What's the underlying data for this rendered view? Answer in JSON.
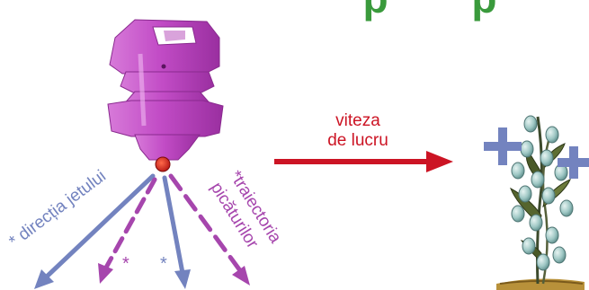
{
  "title_fragment": "p p",
  "speed": {
    "line1": "viteza",
    "line2": "de lucru"
  },
  "jet_direction_label": "* direcția jetului",
  "droplet_trajectory": {
    "line1": "*traiectoria",
    "line2": "picăturilor"
  },
  "asterisk_left": "*",
  "asterisk_mid": "*",
  "colors": {
    "green": "#3a9a3c",
    "blue": "#7383bf",
    "purple": "#a646ad",
    "red": "#cc1424",
    "nozzle": "#c45fc8"
  },
  "icons": [
    "spray-nozzle-icon",
    "plant-icon",
    "plus-icon"
  ]
}
